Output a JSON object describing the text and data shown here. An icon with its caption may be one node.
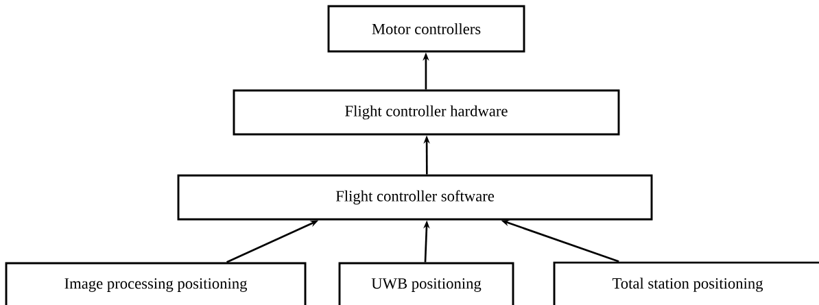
{
  "diagram": {
    "nodes": [
      {
        "text": [
          "Motor controllers"
        ]
      },
      {
        "text": [
          "Flight controller hardware"
        ]
      },
      {
        "text": [
          "Flight controller software"
        ]
      },
      {
        "text": [
          "Image processing positioning"
        ]
      },
      {
        "text": [
          "UWB positioning"
        ]
      },
      {
        "text": [
          "Total station positioning"
        ]
      }
    ],
    "edges": [
      {
        "from": 1,
        "to": 0,
        "arrow": "to"
      },
      {
        "from": 2,
        "to": 1,
        "arrow": "to"
      },
      {
        "from": 3,
        "to": 2,
        "arrow": "to"
      },
      {
        "from": 4,
        "to": 2,
        "arrow": "to"
      },
      {
        "from": 5,
        "to": 2,
        "arrow": "to"
      }
    ]
  }
}
